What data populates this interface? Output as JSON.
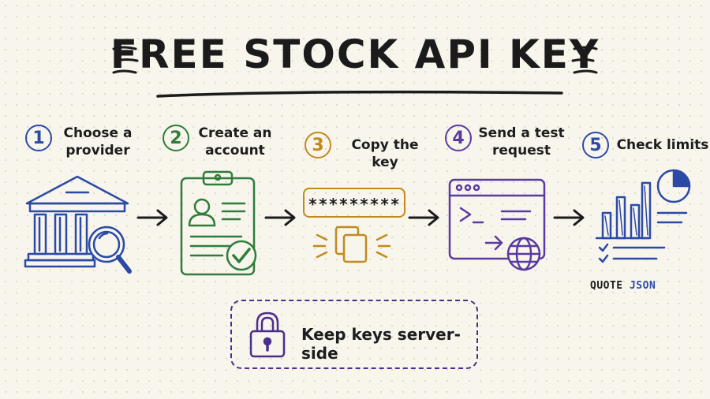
{
  "title": "FREE STOCK API KEY",
  "steps": [
    {
      "number": "1",
      "label": "Choose a provider",
      "color": "#2b4aa6"
    },
    {
      "number": "2",
      "label": "Create an account",
      "color": "#2f7d3a"
    },
    {
      "number": "3",
      "label": "Copy the key",
      "color": "#c28a1e"
    },
    {
      "number": "4",
      "label": "Send a test request",
      "color": "#5a3aa0"
    },
    {
      "number": "5",
      "label": "Check limits",
      "color": "#2b4aa6"
    }
  ],
  "key_field": "*********",
  "quote_label": {
    "quote": "QUOTE",
    "json": "JSON"
  },
  "callout": {
    "text": "Keep keys server-side",
    "color": "#4b2e8c"
  },
  "icons": [
    "bank-search-icon",
    "clipboard-user-check-icon",
    "password-copy-icon",
    "terminal-globe-icon",
    "bar-chart-pie-icon",
    "padlock-icon"
  ]
}
